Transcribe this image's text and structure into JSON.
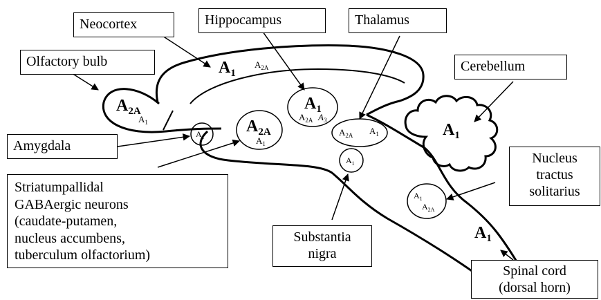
{
  "labels": {
    "neocortex": "Neocortex",
    "hippocampus": "Hippocampus",
    "thalamus": "Thalamus",
    "olfactory_bulb": "Olfactory bulb",
    "cerebellum": "Cerebellum",
    "amygdala": "Amygdala",
    "nucleus_tractus_solitarius": [
      "Nucleus",
      "tractus",
      "solitarius"
    ],
    "striatum": [
      "Striatumpallidal",
      "GABAergic neurons",
      "(caudate-putamen,",
      "nucleus accumbens,",
      "tuberculum olfactorium)"
    ],
    "substantia_nigra": [
      "Substantia",
      "nigra"
    ],
    "spinal_cord": [
      "Spinal cord",
      "(dorsal horn)"
    ]
  },
  "receptors": {
    "neocortex": {
      "main": "A",
      "main_sub": "1",
      "minor": "A",
      "minor_sub": "2A"
    },
    "olfactory_bulb": {
      "main": "A",
      "main_sub": "2A",
      "minor": "A",
      "minor_sub": "1"
    },
    "amygdala": {
      "main": "A",
      "main_sub": "1"
    },
    "striatum": {
      "main": "A",
      "main_sub": "2A",
      "minor": "A",
      "minor_sub": "1"
    },
    "hippocampus": {
      "main": "A",
      "main_sub": "1",
      "minor1": "A",
      "minor1_sub": "2A",
      "minor2": "A",
      "minor2_sub": "3"
    },
    "thalamus": {
      "a": "A",
      "a_sub": "2A",
      "b": "A",
      "b_sub": "1"
    },
    "substantia_nigra": {
      "main": "A",
      "main_sub": "1"
    },
    "cerebellum": {
      "main": "A",
      "main_sub": "1"
    },
    "nts": {
      "a": "A",
      "a_sub": "1",
      "b": "A",
      "b_sub": "2A"
    },
    "spinal_cord": {
      "main": "A",
      "main_sub": "1"
    }
  }
}
